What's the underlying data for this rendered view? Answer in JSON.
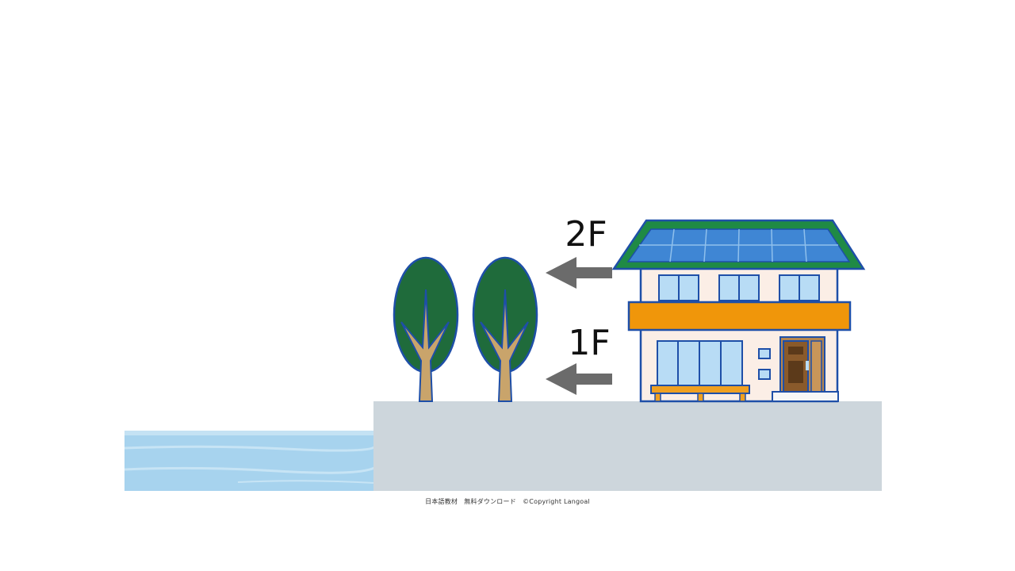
{
  "labels": {
    "floor2": "2F",
    "floor1": "1F"
  },
  "footer": "日本語教材　無料ダウンロード　©Copyright Langoal",
  "colors": {
    "water": "#a7d3ee",
    "ground": "#cdd6dc",
    "tree_foliage": "#1f6b3b",
    "tree_trunk": "#c9a46b",
    "roof_edge": "#1f8a45",
    "solar_panel": "#3f86d4",
    "balcony": "#f0960a",
    "wall": "#fbeee6",
    "window": "#b8dcf5",
    "door": "#8a5a2b",
    "outline": "#1e4fa8",
    "arrow": "#6b6b6b"
  }
}
